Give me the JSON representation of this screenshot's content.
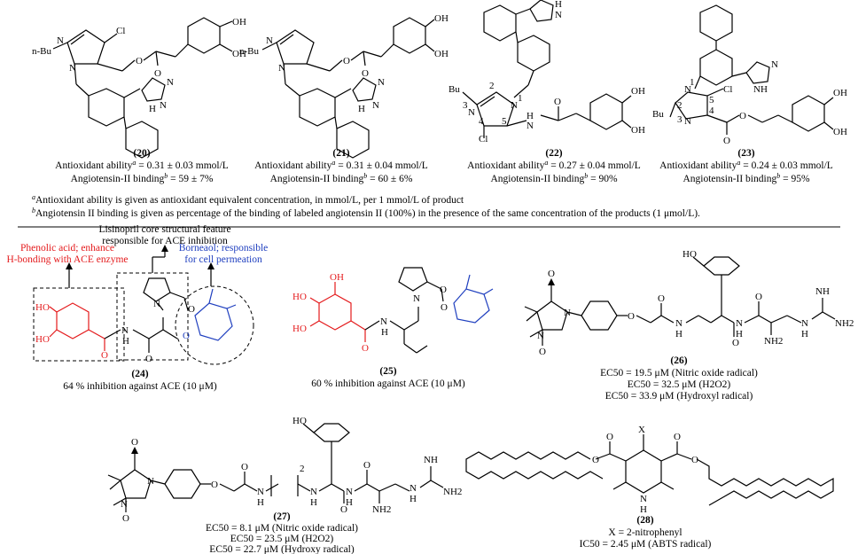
{
  "compounds": {
    "c20": {
      "number": "20",
      "line1": "Antioxidant ability",
      "line1_value": " = 0.31 ± 0.03 mmol/L",
      "line2": "Angiotensin-II binding",
      "line2_value": " = 59 ± 7%"
    },
    "c21": {
      "number": "21",
      "line1": "Antioxidant ability",
      "line1_value": " = 0.31 ± 0.04 mmol/L",
      "line2": "Angiotensin-II binding",
      "line2_value": " = 60 ± 6%"
    },
    "c22": {
      "number": "22",
      "line1": "Antioxidant ability",
      "line1_value": " = 0.27 ± 0.04 mmol/L",
      "line2": "Angiotensin-II binding",
      "line2_value": " = 90%"
    },
    "c23": {
      "number": "23",
      "line1": "Antioxidant ability",
      "line1_value": " = 0.24 ± 0.03 mmol/L",
      "line2": "Angiotensin-II binding",
      "line2_value": " = 95%"
    },
    "c24": {
      "number": "24",
      "activity": "64 % inhibition against ACE (10 μM)"
    },
    "c25": {
      "number": "25",
      "activity": "60 % inhibition against ACE (10 μM)"
    },
    "c26": {
      "number": "26",
      "ec1": "EC50 = 19.5 μM (Nitric oxide radical)",
      "ec2": "EC50 = 32.5 μM (H2O2)",
      "ec3": "EC50 = 33.9 μM (Hydroxyl radical)"
    },
    "c27": {
      "number": "27",
      "ec1": "EC50 = 8.1 μM (Nitric oxide radical)",
      "ec2": "EC50 = 23.5 μM (H2O2)",
      "ec3": "EC50 = 22.7 μM (Hydroxy radical)"
    },
    "c28": {
      "number": "28",
      "x": "X = 2-nitrophenyl",
      "ic": "IC50 = 2.45 μM (ABTS radical)"
    }
  },
  "footnotes": {
    "a": "Antioxidant ability is given as antioxidant equivalent concentration, in mmol/L, per 1 mmol/L of product",
    "b": "Angiotensin II binding is given as percentage of the binding of labeled angiotensin II (100%) in the presence of the same concentration of the products (1 μmol/L)."
  },
  "annotations": {
    "lisinopril": [
      "Lisinopril core structural feature",
      "responsible for ACE inhibition"
    ],
    "phenolic": [
      "Phenolic acid; enhance",
      "H-bonding with ACE enzyme"
    ],
    "borneaol": [
      "Borneaol; responsible",
      "for cell permeation"
    ]
  },
  "atoms": {
    "oh": "OH",
    "ho": "HO",
    "cl": "Cl",
    "nbu": "n-Bu",
    "bu": "Bu",
    "n": "N",
    "nh": "NH",
    "h": "H",
    "o": "O",
    "nh2": "NH2",
    "x": "X",
    "two": "2",
    "n1": "1",
    "n2": "2",
    "n3": "3",
    "n4": "4",
    "n5": "5"
  },
  "colors": {
    "phenolic": "#e41a1c",
    "borneol": "#1f3fbf",
    "text": "#000000"
  }
}
